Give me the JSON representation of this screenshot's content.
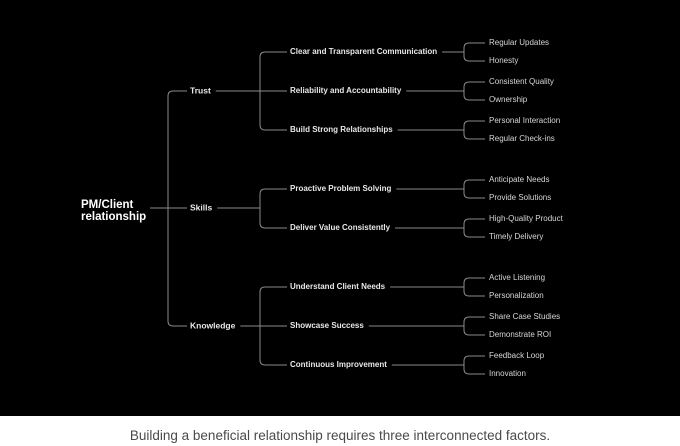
{
  "diagram": {
    "root": {
      "line1": "PM/Client",
      "line2": "relationship"
    },
    "branches": [
      {
        "label": "Trust",
        "children": [
          {
            "label": "Clear and Transparent Communication",
            "leaves": [
              "Regular Updates",
              "Honesty"
            ]
          },
          {
            "label": "Reliability and Accountability",
            "leaves": [
              "Consistent Quality",
              "Ownership"
            ]
          },
          {
            "label": "Build Strong Relationships",
            "leaves": [
              "Personal Interaction",
              "Regular Check-ins"
            ]
          }
        ]
      },
      {
        "label": "Skills",
        "children": [
          {
            "label": "Proactive Problem Solving",
            "leaves": [
              "Anticipate Needs",
              "Provide Solutions"
            ]
          },
          {
            "label": "Deliver Value Consistently",
            "leaves": [
              "High-Quality Product",
              "Timely Delivery"
            ]
          }
        ]
      },
      {
        "label": "Knowledge",
        "children": [
          {
            "label": "Understand Client Needs",
            "leaves": [
              "Active Listening",
              "Personalization"
            ]
          },
          {
            "label": "Showcase Success",
            "leaves": [
              "Share Case Studies",
              "Demonstrate ROI"
            ]
          },
          {
            "label": "Continuous Improvement",
            "leaves": [
              "Feedback Loop",
              "Innovation"
            ]
          }
        ]
      }
    ]
  },
  "caption": "Building a beneficial relationship requires three interconnected factors."
}
